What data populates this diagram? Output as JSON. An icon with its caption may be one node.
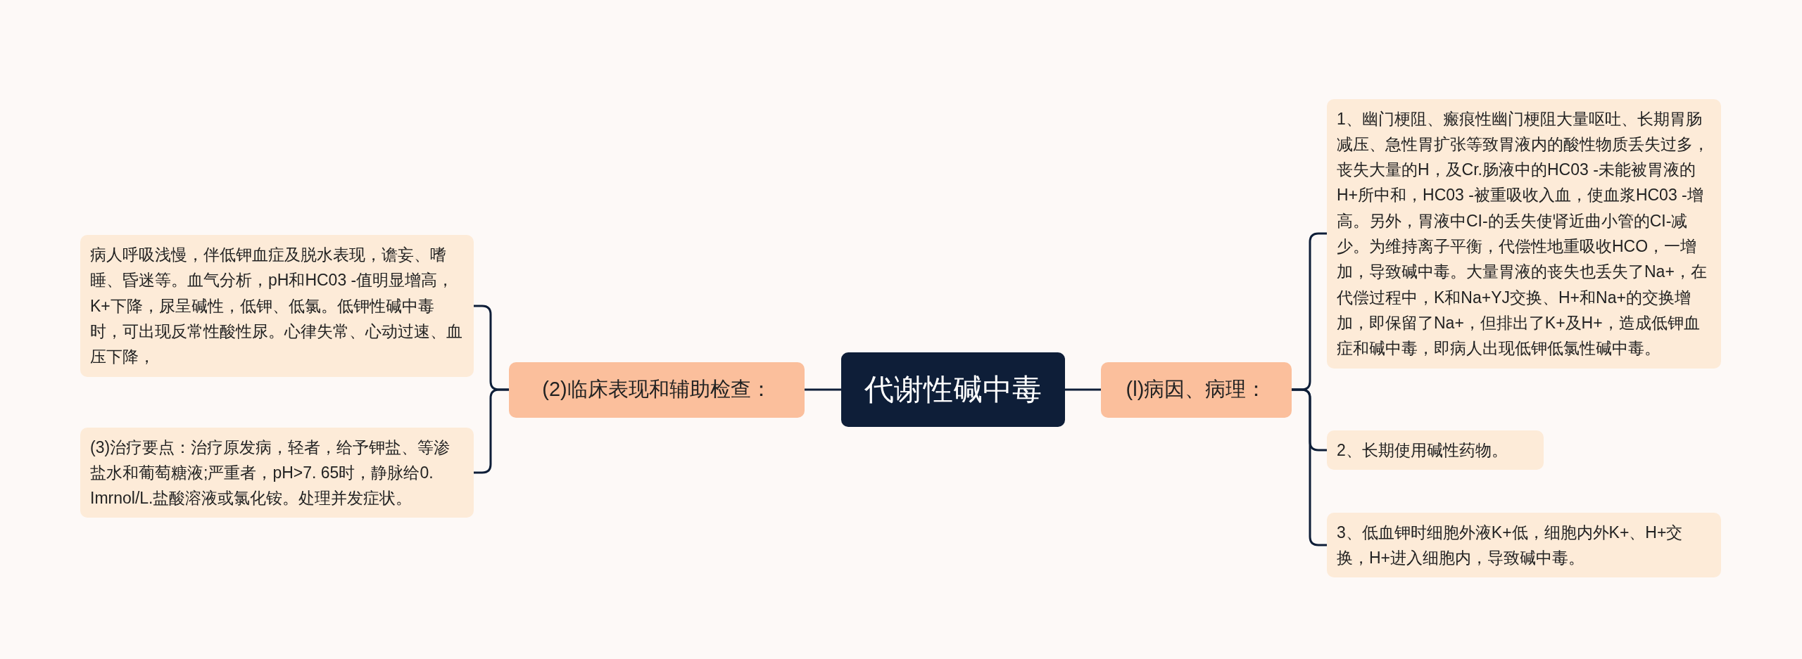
{
  "diagram": {
    "nodes": [
      {
        "text": [
          "代谢性碱中毒"
        ]
      },
      {
        "text": [
          "(l)病因、病理："
        ]
      },
      {
        "text": [
          "1、幽门梗阻、瘢痕性幽门梗阻大量呕吐、长期胃肠减压、急性胃扩张等致胃液内的酸性物质丢失过多，丧失大量的H，及Cr.肠液中的HC03 -未能被胃液的H+所中和，HC03 -被重吸收入血，使血浆HC03 -增高。另外，胃液中CI-的丢失使肾近曲小管的CI-减少。为维持离子平衡，代偿性地重吸收HCO，一增加，导致碱中毒。大量胃液的丧失也丢失了Na+，在代偿过程中，K和Na+YJ交换、H+和Na+的交换增加，即保留了Na+，但排出了K+及H+，造成低钾血症和碱中毒，即病人出现低钾低氯性碱中毒。"
        ]
      },
      {
        "text": [
          "2、长期使用碱性药物。"
        ]
      },
      {
        "text": [
          "3、低血钾时细胞外液K+低，细胞内外K+、H+交换，H+进入细胞内，导致碱中毒。"
        ]
      },
      {
        "text": [
          "(2)临床表现和辅助检查："
        ]
      },
      {
        "text": [
          "病人呼吸浅慢，伴低钾血症及脱水表现，谵妄、嗜睡、昏迷等。血气分析，pH和HC03 -值明显增高，K+下降，尿呈碱性，低钾、低氯。低钾性碱中毒时，可出现反常性酸性尿。心律失常、心动过速、血压下降，"
        ]
      },
      {
        "text": [
          "(3)治疗要点：治疗原发病，轻者，给予钾盐、等渗盐水和葡萄糖液;严重者，pH>7. 65时，静脉给0. Imrnol/L.盐酸溶液或氯化铵。处理并发症状。"
        ]
      }
    ],
    "edges": [
      {
        "from": 0,
        "to": 1,
        "arrow": "none"
      },
      {
        "from": 1,
        "to": 2,
        "arrow": "none"
      },
      {
        "from": 1,
        "to": 3,
        "arrow": "none"
      },
      {
        "from": 1,
        "to": 4,
        "arrow": "none"
      },
      {
        "from": 0,
        "to": 5,
        "arrow": "none"
      },
      {
        "from": 5,
        "to": 6,
        "arrow": "none"
      },
      {
        "from": 5,
        "to": 7,
        "arrow": "none"
      }
    ]
  }
}
